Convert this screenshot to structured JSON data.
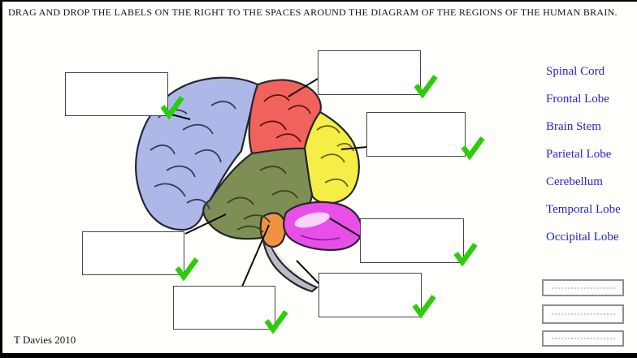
{
  "header": {
    "instruction": "DRAG AND DROP THE LABELS ON THE RIGHT TO THE SPACES AROUND THE DIAGRAM OF THE REGIONS OF THE HUMAN BRAIN."
  },
  "credit": "T Davies 2010",
  "drag_labels": [
    {
      "text": "Spinal Cord"
    },
    {
      "text": "Frontal Lobe"
    },
    {
      "text": "Brain Stem"
    },
    {
      "text": "Parietal Lobe"
    },
    {
      "text": "Cerebellum"
    },
    {
      "text": "Temporal Lobe"
    },
    {
      "text": "Occipital Lobe"
    }
  ],
  "drop_zones": [
    {
      "region": "frontal-lobe",
      "value": "",
      "status": "correct"
    },
    {
      "region": "parietal-lobe",
      "value": "",
      "status": "correct"
    },
    {
      "region": "occipital-lobe",
      "value": "",
      "status": "correct"
    },
    {
      "region": "temporal-lobe",
      "value": "",
      "status": "correct"
    },
    {
      "region": "brain-stem",
      "value": "",
      "status": "correct"
    },
    {
      "region": "cerebellum",
      "value": "",
      "status": "correct"
    },
    {
      "region": "spinal-cord",
      "value": "",
      "status": "correct"
    }
  ],
  "empty_slot_count": 3,
  "icons": {
    "checkmark": "✓"
  },
  "colors": {
    "label_text": "#2424CE",
    "checkmark": "#2BCD0B",
    "frontal_lobe": "#ADB8E9",
    "parietal_lobe": "#F2625C",
    "occipital_lobe": "#F4EE47",
    "temporal_lobe": "#7D8F55",
    "cerebellum": "#E84FE8",
    "brain_stem": "#F09242",
    "spinal_cord": "#B9BCC2",
    "outline": "#26262E"
  }
}
